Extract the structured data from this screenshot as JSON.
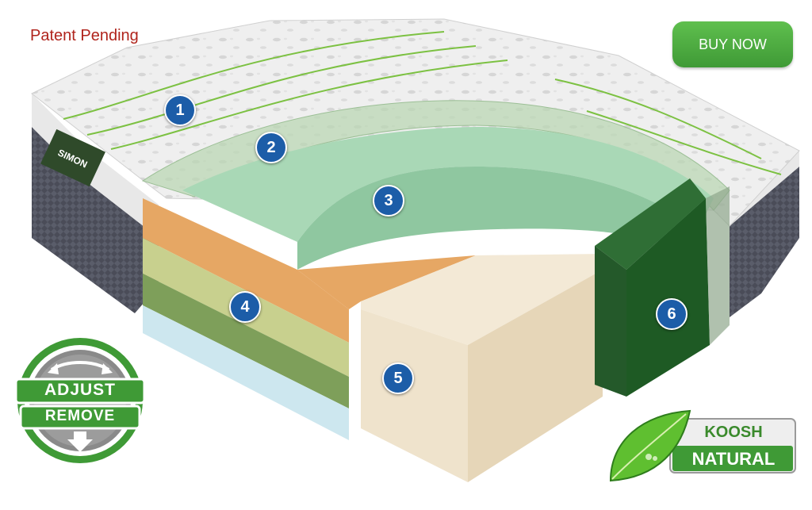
{
  "header": {
    "patent_text": "Patent Pending",
    "buy_label": "BUY NOW"
  },
  "markers": [
    {
      "label": "1"
    },
    {
      "label": "2"
    },
    {
      "label": "3"
    },
    {
      "label": "4"
    },
    {
      "label": "5"
    },
    {
      "label": "6"
    }
  ],
  "badges": {
    "adjust_top": "ADJUST",
    "adjust_bottom": "REMOVE",
    "koosh_top": "KOOSH",
    "koosh_bottom": "NATURAL"
  },
  "brand_logo_text": "SIMON",
  "colors": {
    "accent_green": "#4caf40",
    "marker_blue": "#1c5da8",
    "patent_red": "#b0241c",
    "layer_orange": "#e6a764",
    "layer_lightgreen": "#c8d08e",
    "layer_green": "#7e9f5a",
    "layer_lightblue": "#cde7ef",
    "layer_cream": "#efe3cc",
    "layer_darkgreen": "#1e5a24",
    "layer_mint": "#a9d8b6"
  }
}
